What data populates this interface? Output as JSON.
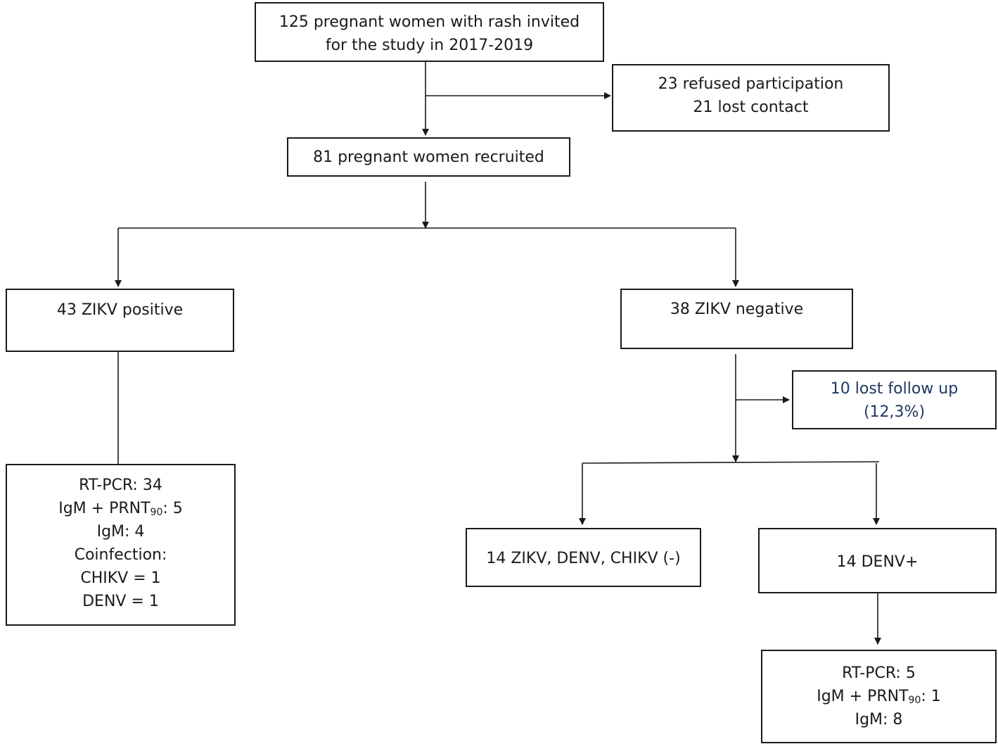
{
  "nodes": {
    "invited": {
      "line1": "125 pregnant women with rash invited",
      "line2": "for the study in 2017-2019"
    },
    "excluded": {
      "line1": "23 refused participation",
      "line2": "21 lost contact"
    },
    "recruited": {
      "text": "81 pregnant women recruited"
    },
    "zikv_positive": {
      "text": "43 ZIKV positive"
    },
    "zikv_negative": {
      "text": "38 ZIKV negative"
    },
    "lost_follow_up": {
      "line1": "10 lost follow up",
      "line2": "(12,3%)"
    },
    "zikv_pos_details": {
      "rtpcr": "RT-PCR: 34",
      "igm_prnt_prefix": "IgM + PRNT",
      "igm_prnt_sub": "90",
      "igm_prnt_suffix": ": 5",
      "igm": "IgM: 4",
      "coinfection": "Coinfection:",
      "chikv": "CHIKV = 1",
      "denv": "DENV = 1"
    },
    "all_negative": {
      "text": "14 ZIKV, DENV, CHIKV (-)"
    },
    "denv_positive": {
      "text": "14 DENV+"
    },
    "denv_details": {
      "rtpcr": "RT-PCR: 5",
      "igm_prnt_prefix": "IgM + PRNT",
      "igm_prnt_sub": "90",
      "igm_prnt_suffix": ": 1",
      "igm": "IgM: 8"
    }
  },
  "colors": {
    "line": "#1a1a1a",
    "lost_follow_up_text": "#1f3864"
  }
}
